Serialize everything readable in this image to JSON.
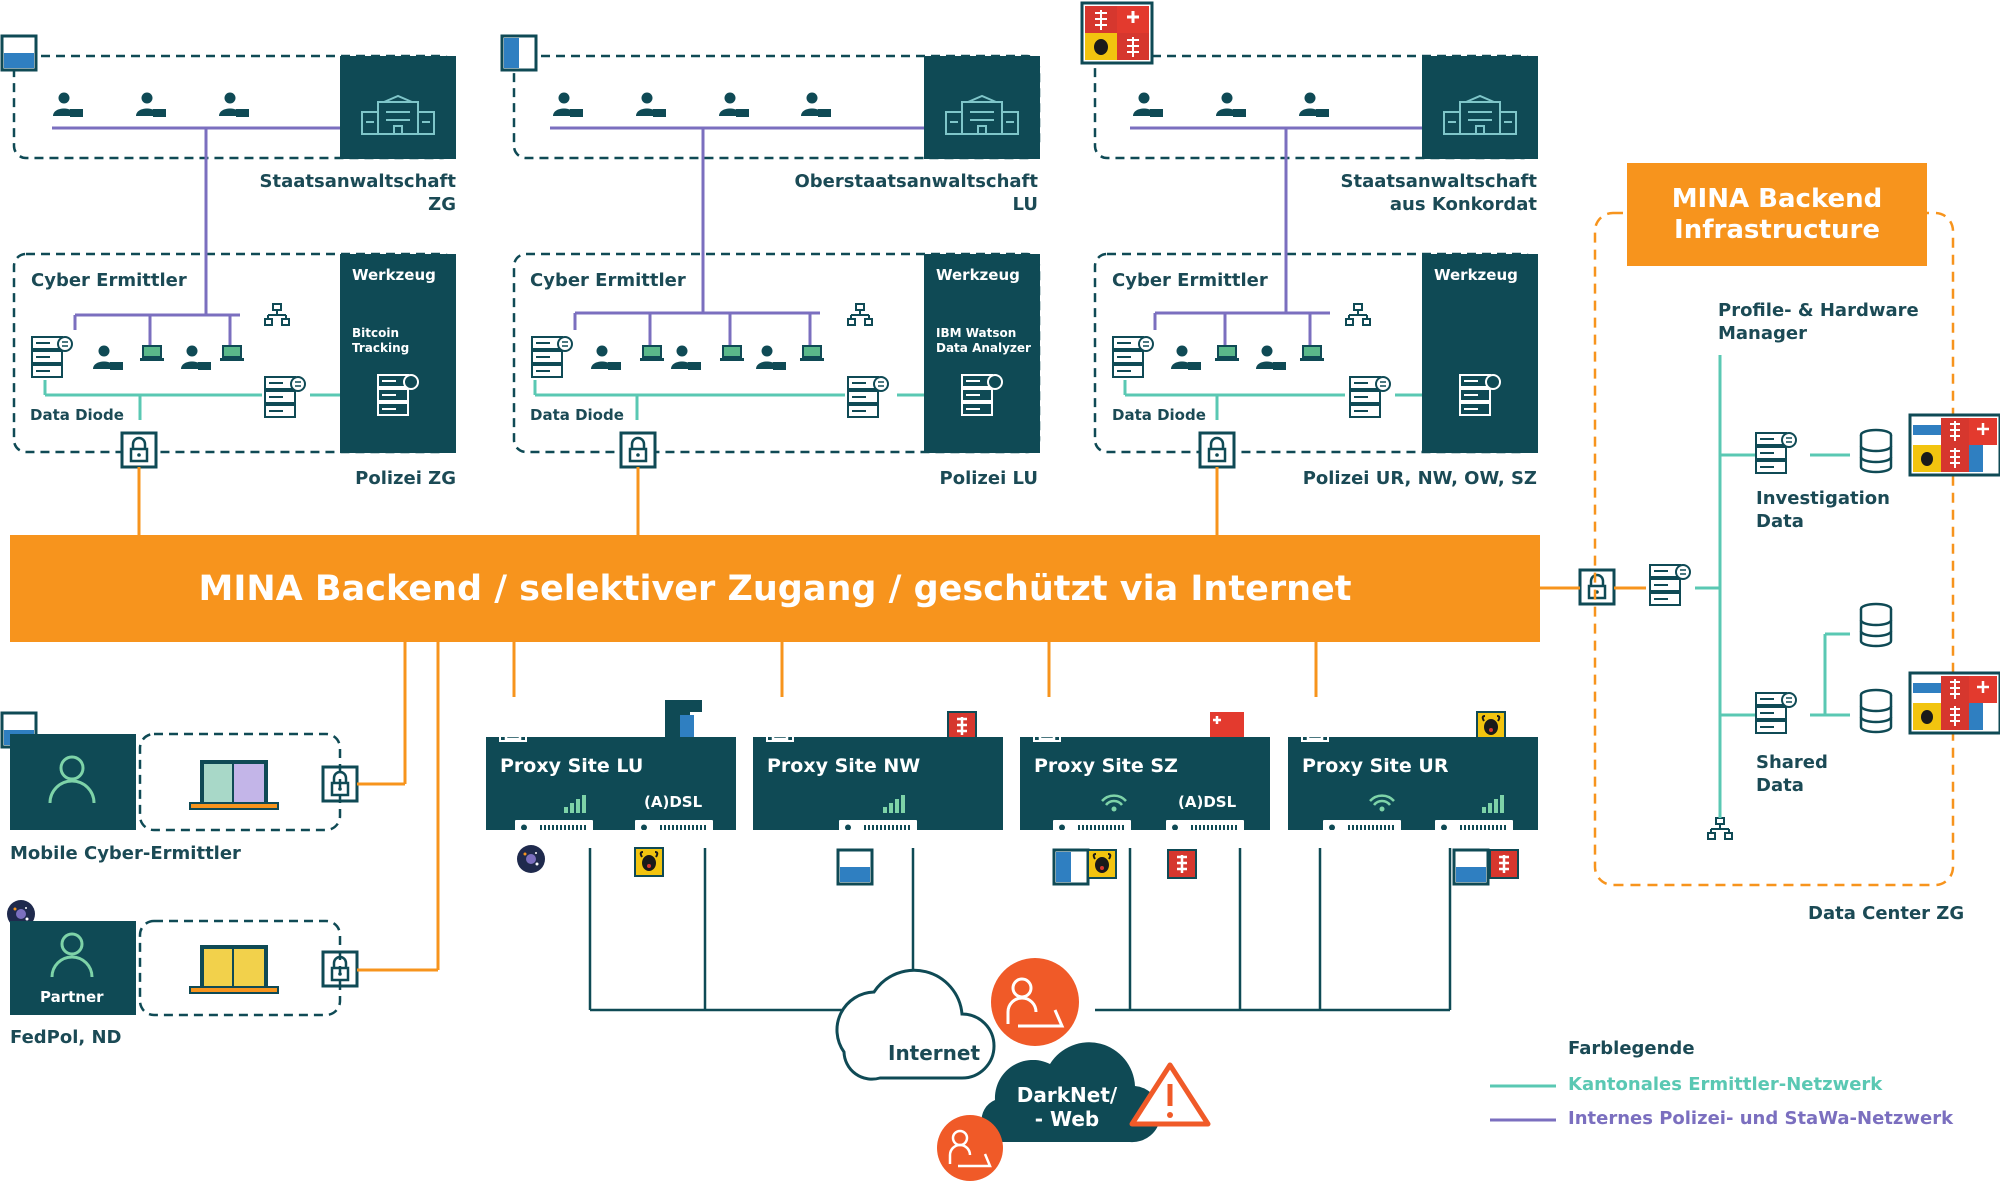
{
  "colors": {
    "teal_dark": "#0f4a55",
    "orange": "#f7941d",
    "mint": "#5ac8b3",
    "purple": "#7b6fbf",
    "alert": "#f05a28"
  },
  "offices": [
    {
      "name_line1": "Staatsanwaltschaft",
      "name_line2": "ZG"
    },
    {
      "name_line1": "Oberstaatsanwaltschaft",
      "name_line2": "LU"
    },
    {
      "name_line1": "Staatsanwaltschaft",
      "name_line2": "aus Konkordat"
    }
  ],
  "police": [
    {
      "cyber": "Cyber Ermittler",
      "tool_heading": "Werkzeug",
      "tool_line1": "Bitcoin",
      "tool_line2": "Tracking",
      "diode": "Data Diode",
      "name": "Polizei ZG"
    },
    {
      "cyber": "Cyber Ermittler",
      "tool_heading": "Werkzeug",
      "tool_line1": "IBM Watson",
      "tool_line2": "Data Analyzer",
      "diode": "Data Diode",
      "name": "Polizei LU"
    },
    {
      "cyber": "Cyber Ermittler",
      "tool_heading": "Werkzeug",
      "tool_line1": "",
      "tool_line2": "",
      "diode": "Data Diode",
      "name": "Polizei UR, NW, OW, SZ"
    }
  ],
  "backend_banner": "MINA Backend  / selektiver Zugang  / geschützt via Internet",
  "infra": {
    "title_line1": "MINA Backend",
    "title_line2": "Infrastructure",
    "manager_line1": "Profile- & Hardware",
    "manager_line2": "Manager",
    "investigation_line1": "Investigation",
    "investigation_line2": "Data",
    "shared_line1": "Shared",
    "shared_line2": "Data",
    "datacenter": "Data Center ZG"
  },
  "mobile": {
    "label": "Mobile Cyber-Ermittler"
  },
  "partner": {
    "badge": "Partner",
    "label": "FedPol, ND"
  },
  "proxies": [
    {
      "name": "Proxy Site LU",
      "sub": "(A)DSL"
    },
    {
      "name": "Proxy Site NW",
      "sub": ""
    },
    {
      "name": "Proxy Site SZ",
      "sub": "(A)DSL"
    },
    {
      "name": "Proxy Site UR",
      "sub": ""
    }
  ],
  "clouds": {
    "internet": "Internet",
    "darknet_line1": "DarkNet/",
    "darknet_line2": "- Web"
  },
  "legend": {
    "title": "Farblegende",
    "items": [
      {
        "label": "Kantonales Ermittler-Netzwerk",
        "color": "#5ac8b3"
      },
      {
        "label": "Internes Polizei- und StaWa-Netzwerk",
        "color": "#7b6fbf"
      }
    ]
  },
  "icons": [
    "person-at-laptop-icon",
    "building-icon",
    "server-icon",
    "network-icon",
    "lock-icon",
    "database-icon",
    "cloud-icon",
    "warning-icon",
    "signal-bars-icon",
    "wifi-icon",
    "router-icon",
    "canton-flag-icon"
  ]
}
